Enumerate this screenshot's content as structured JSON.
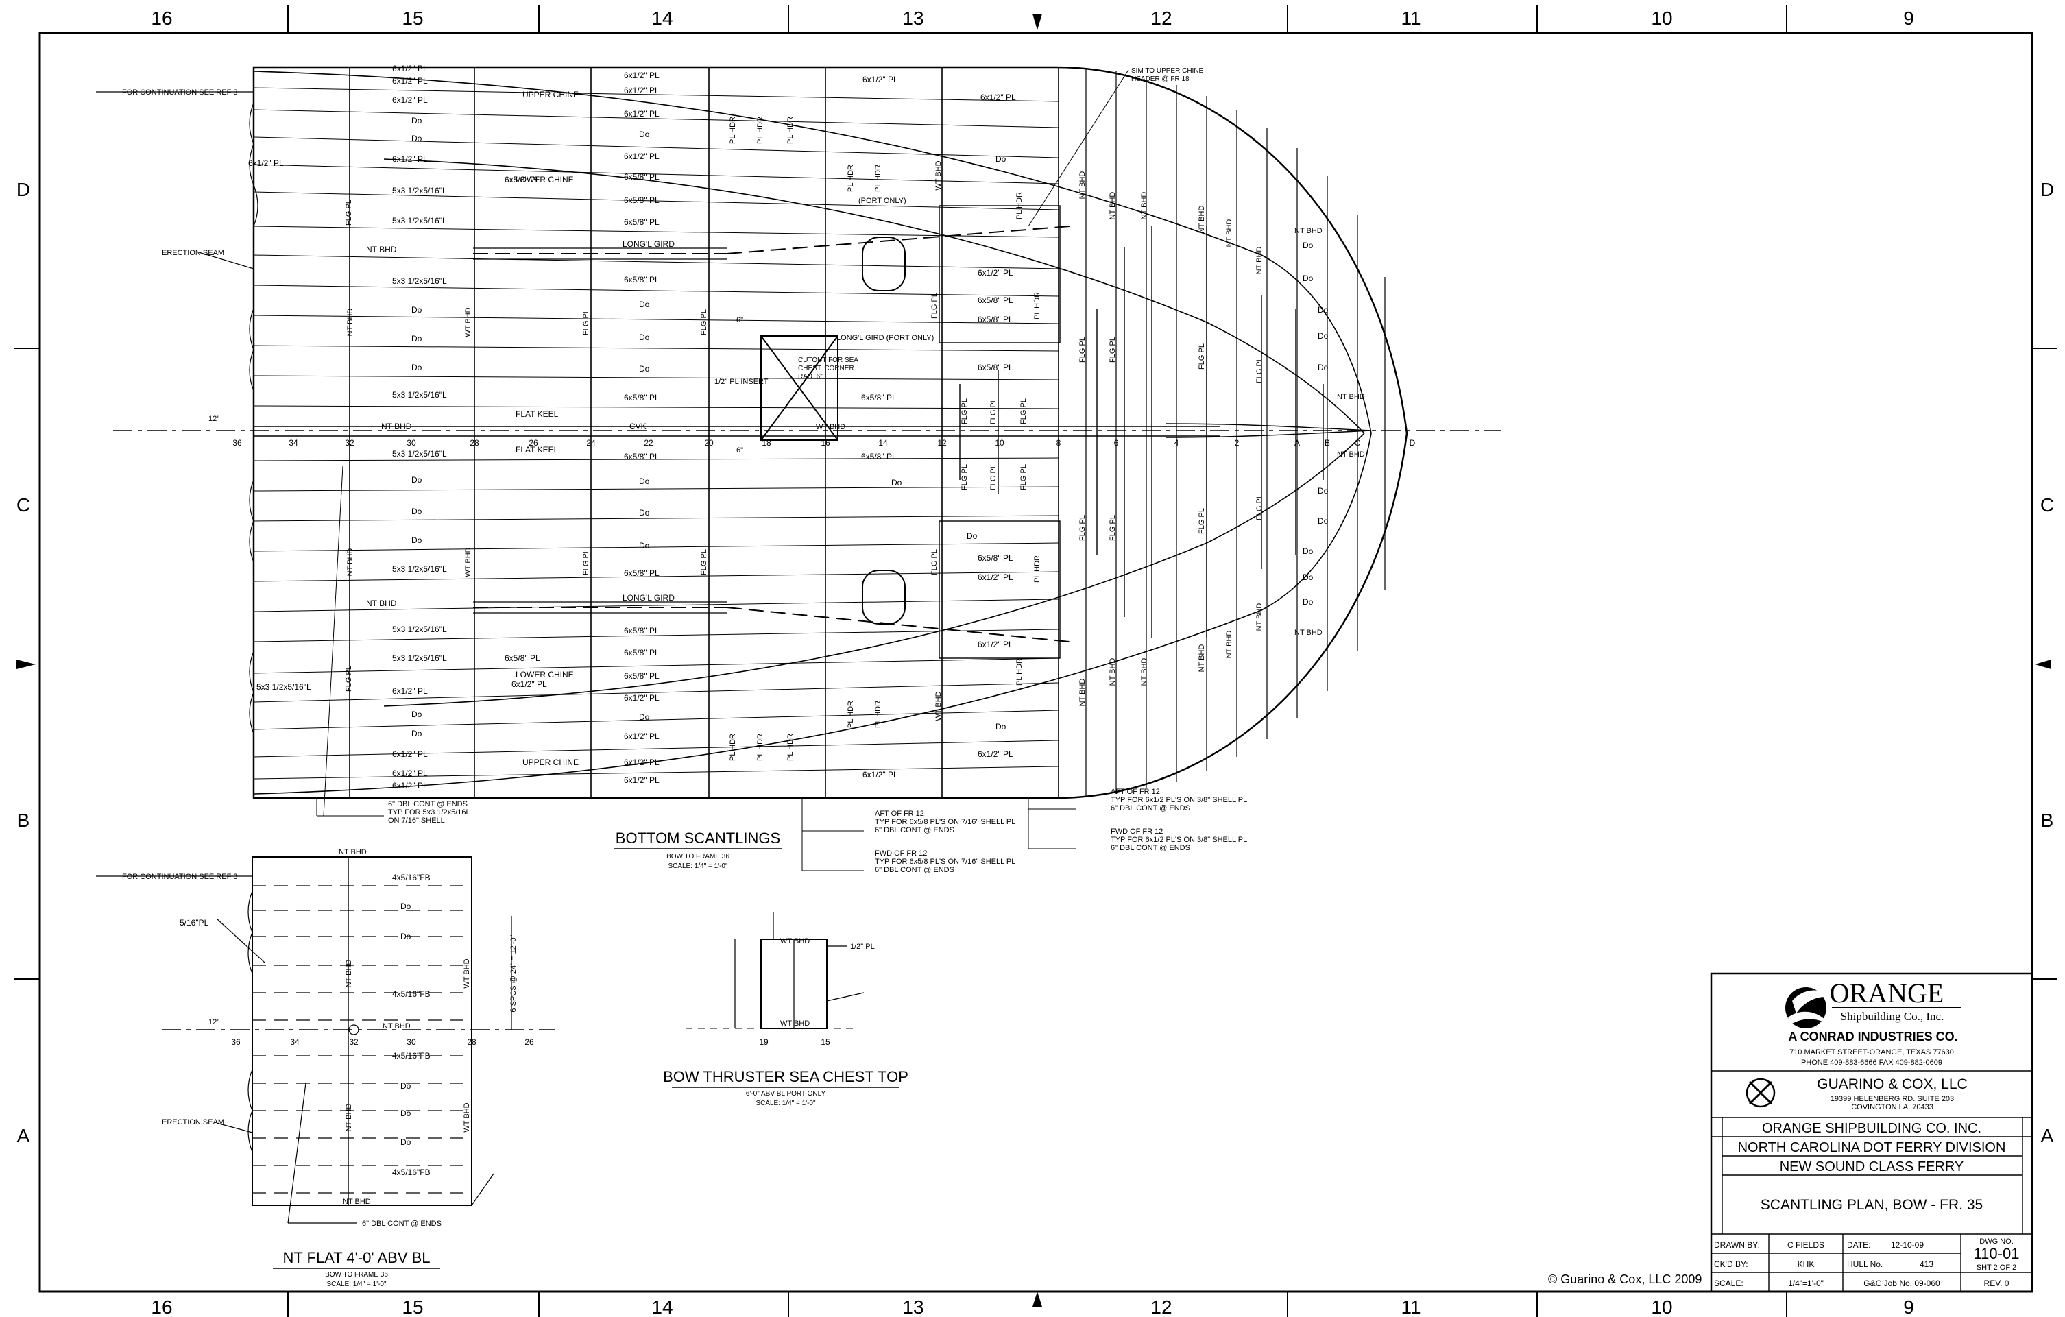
{
  "border": {
    "columns": [
      "16",
      "15",
      "14",
      "13",
      "12",
      "11",
      "10",
      "9"
    ],
    "rows": [
      "D",
      "C",
      "B",
      "A"
    ]
  },
  "views": {
    "bottom": {
      "title": "BOTTOM SCANTLINGS",
      "sub1": "BOW TO FRAME 36",
      "sub2": "SCALE: 1/4\" = 1'-0\""
    },
    "nt_flat": {
      "title": "NT FLAT 4'-0' ABV BL",
      "sub1": "BOW TO FRAME 36",
      "sub2": "SCALE: 1/4\" = 1'-0\""
    },
    "thruster": {
      "title": "BOW THRUSTER SEA CHEST TOP",
      "sub1": "6'-0\" ABV BL PORT ONLY",
      "sub2": "SCALE: 1/4\" = 1'-0\""
    }
  },
  "notes": {
    "continuation": "FOR CONTINUATION SEE REF 3",
    "erection_seam": "ERECTION SEAM",
    "upper_chine": "UPPER CHINE",
    "lower_chine": "LOWER CHINE",
    "sim_upper_chine_1": "SIM TO UPPER CHINE",
    "sim_upper_chine_2": "HEADER @ FR 18",
    "longl_gird": "LONG'L GIRD",
    "longl_gird_port": "LONG'L GIRD (PORT ONLY)",
    "flat_keel": "FLAT KEEL",
    "cvk": "CVK",
    "port_only": "(PORT ONLY)",
    "nt_bhd": "NT BHD",
    "wt_bhd": "WT BHD",
    "flg_pl": "FLG PL",
    "pl_hdr": "PL HDR",
    "insert": "1/2\" PL INSERT",
    "cutout_1": "CUTOUT FOR SEA",
    "cutout_2": "CHEST. CORNER",
    "cutout_3": "RAD. 6\"",
    "six": "6\"",
    "twelve": "12\"",
    "weld_1a": "6\" DBL CONT @ ENDS",
    "weld_1b": "TYP FOR 5x3 1/2x5/16L",
    "weld_1c": "ON 7/16\" SHELL",
    "weld_2a": "AFT OF FR 12",
    "weld_2b": "TYP FOR 6x5/8 PL'S ON 7/16\" SHELL PL",
    "weld_3a": "FWD OF FR 12",
    "weld_3b": "TYP FOR 6x5/8 PL'S ON 7/16\" SHELL PL",
    "weld_4a": "AFT OF FR 12",
    "weld_4b": "TYP FOR 6x1/2 PL'S ON 3/8\" SHELL PL",
    "weld_5a": "FWD OF FR 12",
    "weld_5b": "TYP FOR 6x1/2 PL'S ON 3/8\" SHELL PL",
    "dbl_cont": "6\" DBL CONT @ ENDS",
    "spcs": "6 SPCS @ 24\" = 12'-0\"",
    "five_sixteenth_pl": "5/16\"PL",
    "half_pl": "1/2\" PL",
    "copyright": "© Guarino & Cox, LLC 2009"
  },
  "bottom_labels": {
    "pl_half": "6x1/2\" PL",
    "pl_58": "6x5/8\" PL",
    "angle": "5x3 1/2x5/16\"L",
    "do": "Do"
  },
  "flat_labels": {
    "fb": "4x5/16\"FB",
    "do": "Do"
  },
  "frames_bottom": [
    "36",
    "34",
    "32",
    "30",
    "28",
    "26",
    "24",
    "22",
    "20",
    "18",
    "16",
    "14",
    "12",
    "10",
    "8",
    "6",
    "4",
    "2",
    "A",
    "B",
    "C",
    "D"
  ],
  "frames_flat": [
    "36",
    "34",
    "32",
    "30",
    "28",
    "26"
  ],
  "frames_thruster": [
    "19",
    "15"
  ],
  "title_block": {
    "company_logo": "ORANGE",
    "company_sub": "Shipbuilding Co., Inc.",
    "conrad": "A CONRAD INDUSTRIES CO.",
    "address": "710 MARKET STREET-ORANGE, TEXAS 77630",
    "phone": "PHONE 409-883-6666   FAX 409-882-0609",
    "designer": "GUARINO & COX, LLC",
    "designer_addr1": "19399 HELENBERG RD. SUITE 203",
    "designer_addr2": "COVINGTON LA. 70433",
    "owner": "ORANGE SHIPBUILDING CO. INC.",
    "client": "NORTH CAROLINA DOT FERRY DIVISION",
    "project": "NEW SOUND CLASS FERRY",
    "drawing_title": "SCANTLING PLAN, BOW - FR. 35",
    "drawn_by_label": "DRAWN BY:",
    "drawn_by": "C FIELDS",
    "date_label": "DATE:",
    "date": "12-10-09",
    "dwg_no_label": "DWG NO.",
    "dwg_no": "110-01",
    "sheet": "SHT 2 OF 2",
    "ckd_label": "CK'D BY:",
    "ckd": "KHK",
    "hull_label": "HULL No.",
    "hull": "413",
    "scale_label": "SCALE:",
    "scale": "1/4\"=1'-0\"",
    "job": "G&C Job No. 09-060",
    "rev": "REV. 0"
  }
}
